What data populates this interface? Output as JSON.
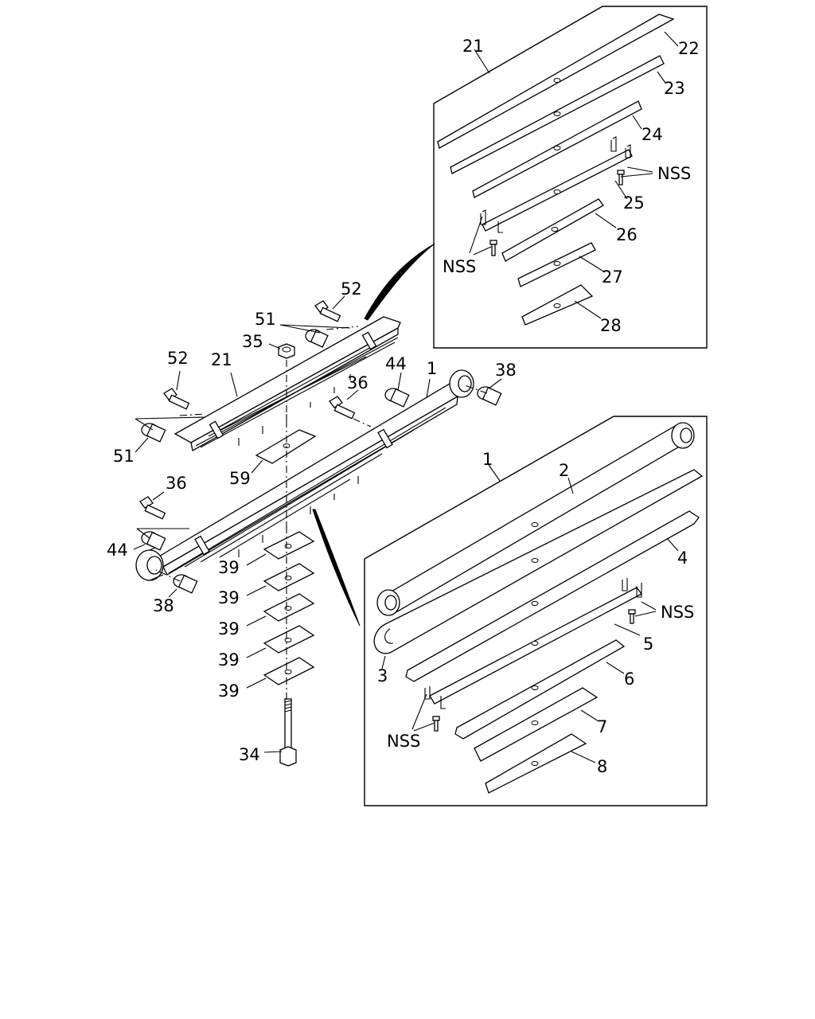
{
  "callouts": {
    "c21_top": "21",
    "c22": "22",
    "c23": "23",
    "c24": "24",
    "c25": "25",
    "c26": "26",
    "c27": "27",
    "c28": "28",
    "nss_a": "NSS",
    "nss_b": "NSS",
    "c52_a": "52",
    "c51_a": "51",
    "c35": "35",
    "c52_b": "52",
    "c21_main": "21",
    "c44_a": "44",
    "c1_main": "1",
    "c38_a": "38",
    "c36_a": "36",
    "c51_b": "51",
    "c59": "59",
    "c36_b": "36",
    "c44_b": "44",
    "c38_b": "38",
    "c39_a": "39",
    "c39_b": "39",
    "c39_c": "39",
    "c39_d": "39",
    "c39_e": "39",
    "c34": "34",
    "c1_box": "1",
    "c2": "2",
    "c4": "4",
    "nss_c": "NSS",
    "c5": "5",
    "c3": "3",
    "c6": "6",
    "c7": "7",
    "nss_d": "NSS",
    "c8": "8"
  }
}
